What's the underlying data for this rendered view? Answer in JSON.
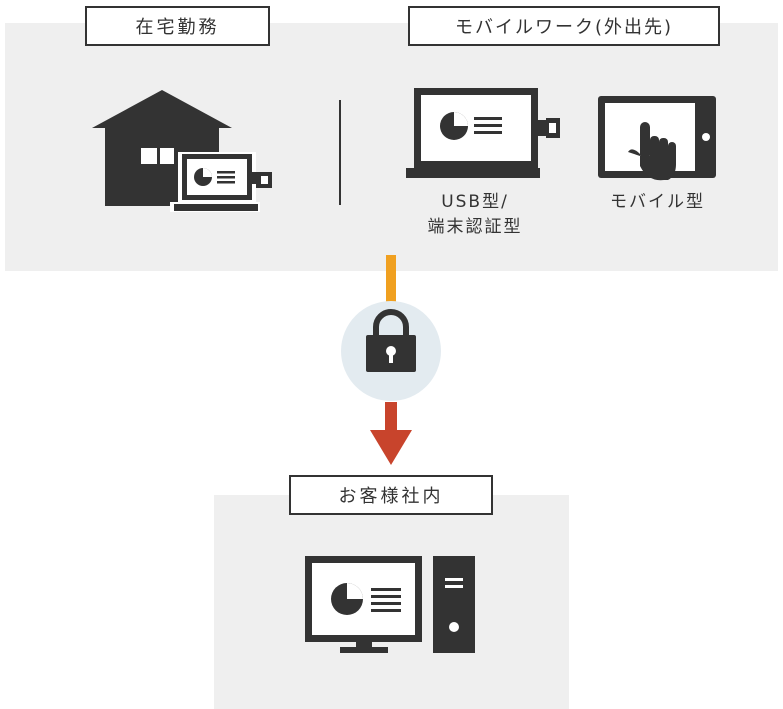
{
  "top_section": {
    "remote_work_label": "在宅勤務",
    "mobile_work_label": "モバイルワーク(外出先)",
    "usb_type_line1": "USB型/",
    "usb_type_line2": "端末認証型",
    "mobile_type_label": "モバイル型"
  },
  "bottom_section": {
    "office_label": "お客様社内"
  },
  "colors": {
    "panel_bg": "#efefef",
    "icon_dark": "#333333",
    "connector_orange": "#f0a020",
    "arrow_red": "#c8442c",
    "lock_circle": "#e3ebf0"
  },
  "icons": [
    "house-icon",
    "laptop-usb-icon",
    "tablet-touch-icon",
    "lock-icon",
    "desktop-computer-icon"
  ]
}
